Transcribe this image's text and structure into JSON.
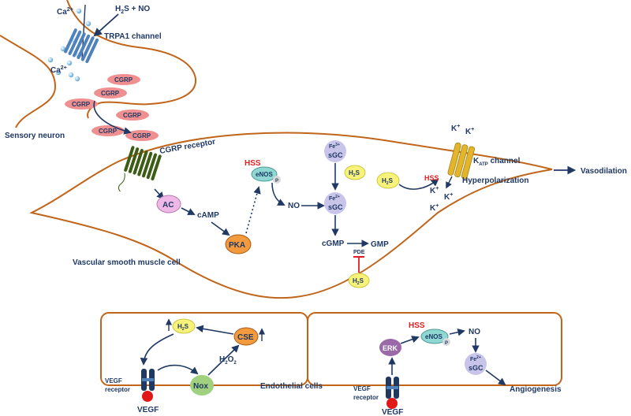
{
  "colors": {
    "membrane": "#c0651a",
    "text": "#1f3864",
    "arrow": "#1f3864",
    "inhibit": "#e02020",
    "hss": "#e02020",
    "cgrp_fill": "#ef8f8f",
    "receptor": "#3d5c16",
    "trpa1": "#4f81bd",
    "katp": "#e3b52a",
    "ac": "#f0b8e6",
    "pka": "#f39a3e",
    "enos": "#8ed7d2",
    "sgc": "#c9c5ea",
    "h2s": "#f7f27a",
    "nox": "#9fd17f",
    "cse": "#f39a3e",
    "erk": "#9a6aa8",
    "vegf": "#e01818"
  },
  "labels": {
    "ca_top": "Ca",
    "ca_top_sup": "2+",
    "ca_low": "Ca",
    "ca_low_sup": "2+",
    "h2s_no_h": "H",
    "h2s_no_sub": "2",
    "h2s_no_rest": "S + NO",
    "trpa1": "TRPA1 channel",
    "cgrp": [
      "CGRP",
      "CGRP",
      "CGRP",
      "CGRP",
      "CGRP",
      "CGRP"
    ],
    "sensory_neuron": "Sensory neuron",
    "cgrp_receptor": "CGRP receptor",
    "ac": "AC",
    "camp": "cAMP",
    "pka": "PKA",
    "hss_enos": "HSS",
    "enos": "eNOS",
    "p": "P",
    "no": "NO",
    "fe3": "Fe",
    "fe3_sup": "3+",
    "sgc_top": "sGC",
    "h2s_h": "H",
    "h2s_2": "2",
    "h2s_s": "S",
    "fe2": "Fe",
    "fe2_sup": "2+",
    "sgc_mid": "sGC",
    "cgmp": "cGMP",
    "gmp": "GMP",
    "pde": "PDE",
    "k1": "K",
    "k2": "K",
    "k3": "K",
    "k4": "K",
    "k_plus": "+",
    "katp_k": "K",
    "katp_sub": "ATP",
    "katp_rest": " channel",
    "hss_katp": "HSS",
    "hyperpolarization": "Hyperpolarization",
    "vasodilation": "Vasodilation",
    "vsmc": "Vascular smooth muscle cell",
    "endothelial": "Endothelial cells",
    "cse": "CSE",
    "nox": "Nox",
    "h2o2_h": "H",
    "h2o2_2a": "2",
    "h2o2_o": "O",
    "h2o2_2b": "2",
    "vegf_receptor_l1": "VEGF",
    "vegf_receptor_l2": "receptor",
    "vegf": "VEGF",
    "erk": "ERK",
    "hss_enos2": "HSS",
    "enos2": "eNOS",
    "p2": "P",
    "no2": "NO",
    "fe2b": "Fe",
    "fe2b_sup": "2+",
    "sgc_b": "sGC",
    "angiogenesis": "Angiogenesis",
    "vegf_receptor2_l1": "VEGF",
    "vegf_receptor2_l2": "receptor",
    "vegf2": "VEGF"
  }
}
